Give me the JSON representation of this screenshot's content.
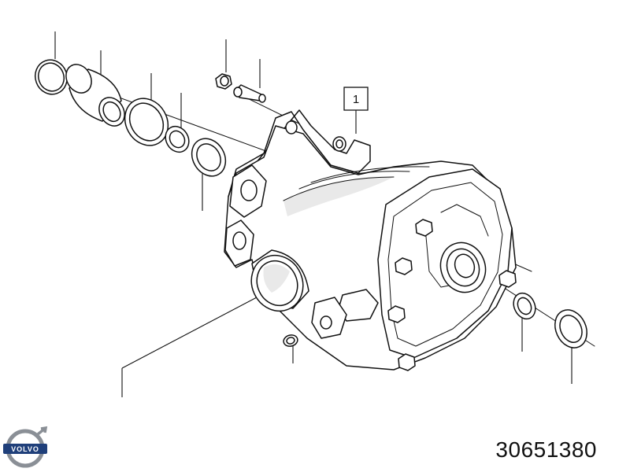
{
  "diagram": {
    "callout_label": "1",
    "brand_name": "VOLVO",
    "part_number": "30651380",
    "colors": {
      "line": "#111111",
      "background": "#ffffff",
      "logo_blue": "#1f3f7a",
      "logo_ring": "#8a8f96"
    },
    "icons": [
      "volvo-logo-icon"
    ]
  }
}
